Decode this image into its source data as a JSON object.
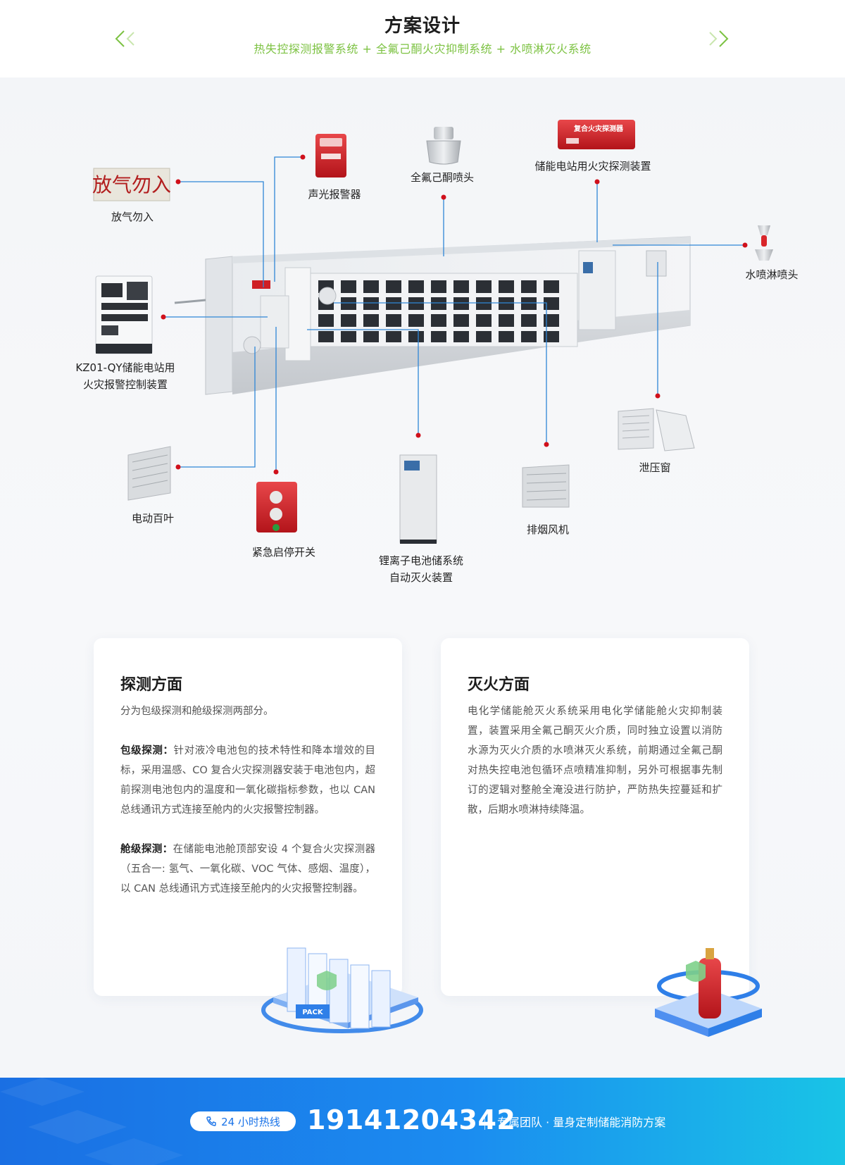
{
  "header": {
    "title": "方案设计",
    "subtitle": "热失控探测报警系统 + 全氟己酮火灾抑制系统 + 水喷淋灭火系统"
  },
  "diagram": {
    "fangqi_sign_text": "放气勿入",
    "detector_device_text": "复合火灾探测器",
    "labels": {
      "fangqi": "放气勿入",
      "alarm": "声光报警器",
      "nozzle": "全氟己酮喷头",
      "detector": "储能电站用火灾探测装置",
      "sprinkler": "水喷淋喷头",
      "controller_line1": "KZ01-QY储能电站用",
      "controller_line2": "火灾报警控制装置",
      "louver": "电动百叶",
      "estop": "紧急启停开关",
      "suppression_line1": "锂离子电池储系统",
      "suppression_line2": "自动灭火装置",
      "fan": "排烟风机",
      "vent": "泄压窗"
    }
  },
  "cards": {
    "detection": {
      "title": "探测方面",
      "intro": "分为包级探测和舱级探测两部分。",
      "pack_label": "包级探测：",
      "pack_text": "针对液冷电池包的技术特性和降本增效的目标，采用温感、CO 复合火灾探测器安装于电池包内，超前探测电池包内的温度和一氧化碳指标参数，也以 CAN 总线通讯方式连接至舱内的火灾报警控制器。",
      "cabin_label": "舱级探测：",
      "cabin_text": "在储能电池舱顶部安设 4 个复合火灾探测器（五合一: 氢气、一氧化碳、VOC 气体、感烟、温度），以 CAN 总线通讯方式连接至舱内的火灾报警控制器。",
      "illus_text": "PACK"
    },
    "extinguish": {
      "title": "灭火方面",
      "text": "电化学储能舱灭火系统采用电化学储能舱火灾抑制装置，装置采用全氟己酮灭火介质，同时独立设置以消防水源为灭火介质的水喷淋灭火系统，前期通过全氟己酮对热失控电池包循环点喷精准抑制，另外可根据事先制订的逻辑对整舱全淹没进行防护，严防热失控蔓延和扩散，后期水喷淋持续降温。"
    }
  },
  "footer": {
    "hotline_label": "24 小时热线",
    "phone": "19141204342",
    "slogan": "专属团队 · 量身定制储能消防方案"
  },
  "colors": {
    "accent_green": "#7cc242",
    "line_blue": "#2f86d6",
    "dot_red": "#d0101b",
    "footer_blue": "#1a73e8",
    "footer_cyan": "#19c4e6"
  }
}
